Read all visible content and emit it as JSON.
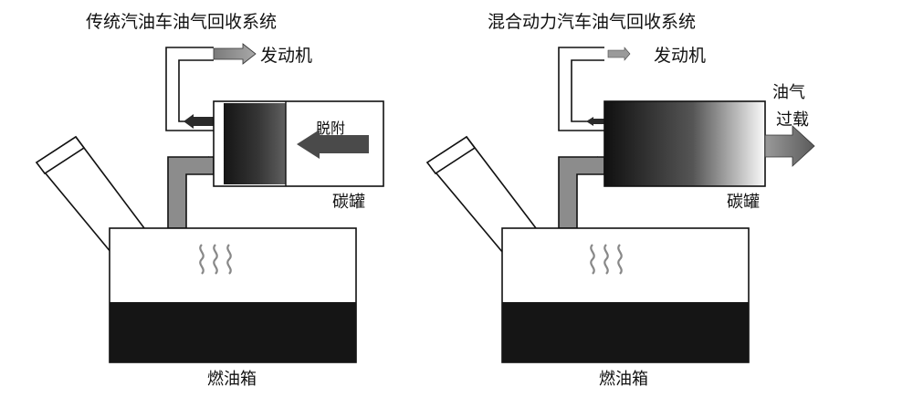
{
  "colors": {
    "line": "#111111",
    "arrow_gray": "#8e8e8e",
    "fuel_black": "#151515",
    "pipe_gray": "#8c8c8c",
    "arrow_dark": "#4a4a4a"
  },
  "panels": [
    {
      "id": "traditional",
      "title": "传统汽油车油气回收系统",
      "engine_label": "发动机",
      "action_label": "脱附",
      "canister_label": "碳罐",
      "tank_label": "燃油箱"
    },
    {
      "id": "hybrid",
      "title": "混合动力汽车油气回收系统",
      "engine_label": "发动机",
      "overload_label_line1": "油气",
      "overload_label_line2": "过载",
      "canister_label": "碳罐",
      "tank_label": "燃油箱"
    }
  ]
}
